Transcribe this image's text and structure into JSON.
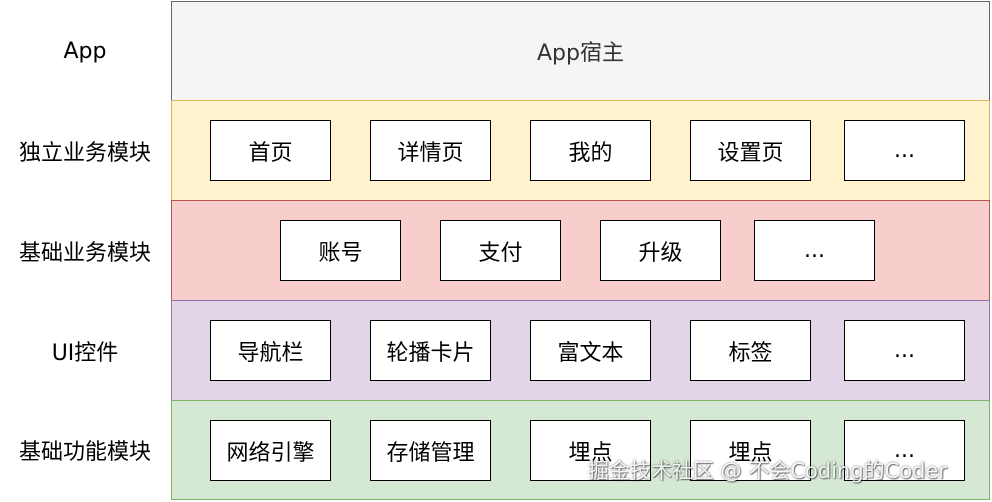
{
  "rows": {
    "app": {
      "label": "App",
      "host": "App宿主"
    },
    "business": {
      "label": "独立业务模块",
      "items": [
        "首页",
        "详情页",
        "我的",
        "设置页",
        "..."
      ]
    },
    "base_business": {
      "label": "基础业务模块",
      "items": [
        "账号",
        "支付",
        "升级",
        "..."
      ]
    },
    "ui": {
      "label": "UI控件",
      "items": [
        "导航栏",
        "轮播卡片",
        "富文本",
        "标签",
        "..."
      ]
    },
    "functional": {
      "label": "基础功能模块",
      "items": [
        "网络引擎",
        "存储管理",
        "埋点",
        "埋点",
        "..."
      ]
    }
  },
  "watermark": "掘金技术社区 @ 不会Coding的Coder",
  "colors": {
    "app_fill": "#f5f5f5",
    "business_fill": "#fff2cc",
    "base_business_fill": "#f8cecc",
    "ui_fill": "#e1d5e7",
    "functional_fill": "#d5e8d4"
  }
}
